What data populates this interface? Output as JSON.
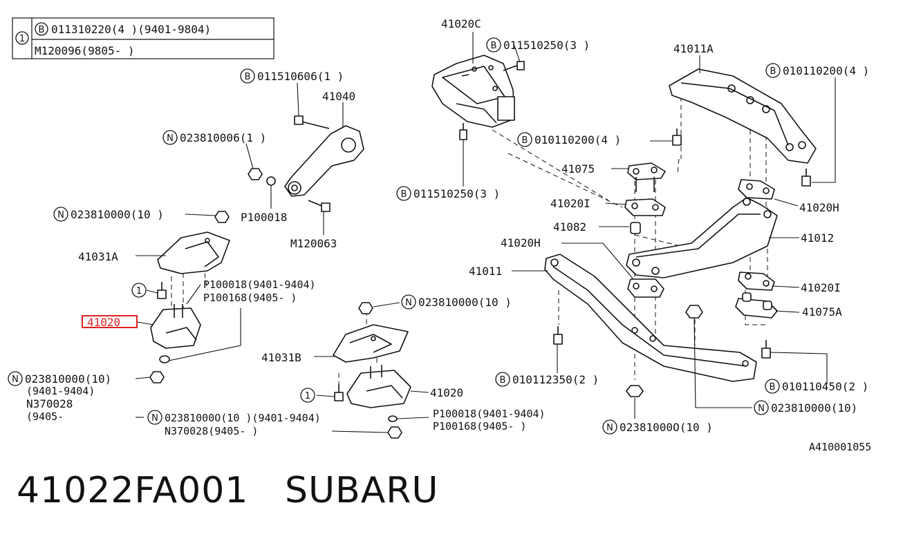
{
  "table": {
    "marker": "1",
    "row1_prefix": "B",
    "row1": "011310220(4 )(9401-9804)",
    "row2": "M120096(9805-      )"
  },
  "labels": {
    "l_41020C": "41020C",
    "l_011510250_top": "011510250(3 )",
    "l_41011A": "41011A",
    "l_010110200_right": "010110200(4 )",
    "l_011510606": "011510606(1 )",
    "l_41040": "41040",
    "l_023810006": "023810006(1 )",
    "l_010110200_mid": "010110200(4 )",
    "l_41075": "41075",
    "l_011510250_bot": "011510250(3 )",
    "l_41020I_a": "41020I",
    "l_41020H_right": "41020H",
    "l_023810000_a": "023810000(10 )",
    "l_P100018_a": "P100018",
    "l_41082": "41082",
    "l_41012": "41012",
    "l_M120063": "M120063",
    "l_41031A": "41031A",
    "l_41020H_left": "41020H",
    "l_41011": "41011",
    "l_41020I_b": "41020I",
    "l_P100018_range": "P100018(9401-9404)",
    "l_P100168_range": "P100168(9405-     )",
    "l_023810000_b": "023810000(10 )",
    "l_41075A": "41075A",
    "l_41020_hl": "41020",
    "l_41031B": "41031B",
    "l_023810000_c": "023810000(10)",
    "l_9401_9404_c": "(9401-9404)",
    "l_N370028_c": "N370028",
    "l_9405_c": "(9405-",
    "l_41020_b": "41020",
    "l_010112350": "010112350(2 )",
    "l_010110450": "010110450(2 )",
    "l_023810000_d": "023810000(10)",
    "l_023810000_e": "02381000O(10 )(9401-9404)",
    "l_N370028_e": "N370028(9405-     )",
    "l_P100018_f": "P100018(9401-9404)",
    "l_P100168_f": "P100168(9405-     )",
    "l_023810000_g": "02381000O(10 )",
    "l_figure_code": "A410001055"
  },
  "circle_letters": {
    "B": "B",
    "N": "N",
    "one": "1"
  },
  "footer": {
    "part_number": "41022FA001",
    "brand": "SUBARU"
  },
  "colors": {
    "highlight": "#e02020",
    "ink": "#111111"
  }
}
